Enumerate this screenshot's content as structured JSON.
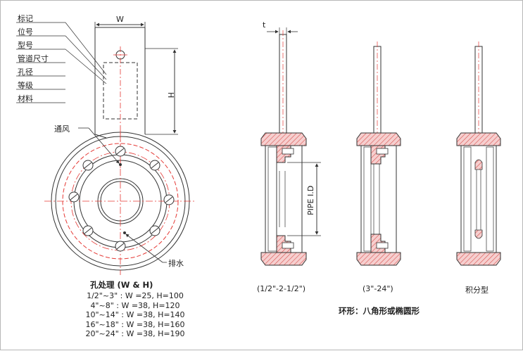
{
  "legend_labels": [
    "标记",
    "位号",
    "型号",
    "管道尺寸",
    "孔径",
    "等级",
    "材料"
  ],
  "dim_w": "W",
  "dim_h": "H",
  "dim_t": "t",
  "vent_label": "通风",
  "drain_label": "排水",
  "pipe_id_label": "PIPE I.D",
  "hole_table": {
    "title": "孔处理 (W & H)",
    "rows": [
      "1/2\"~3\" : W =25, H=100",
      "4\"~8\" : W =38, H=120",
      "10\"~14\" : W =38, H=140",
      "16\"~18\" : W =38, H=160",
      "20\"~24\" : W =38, H=190"
    ]
  },
  "captions": {
    "section1": "(1/2\"-2-1/2\")",
    "section2": "(3\"-24\")",
    "section3": "积分型"
  },
  "ring_note": "环形：八角形或椭圆形",
  "colors": {
    "hatch": "#d9534f",
    "hatch_fill": "#f6cfcf",
    "line": "#333333",
    "center_line": "#e53935"
  }
}
